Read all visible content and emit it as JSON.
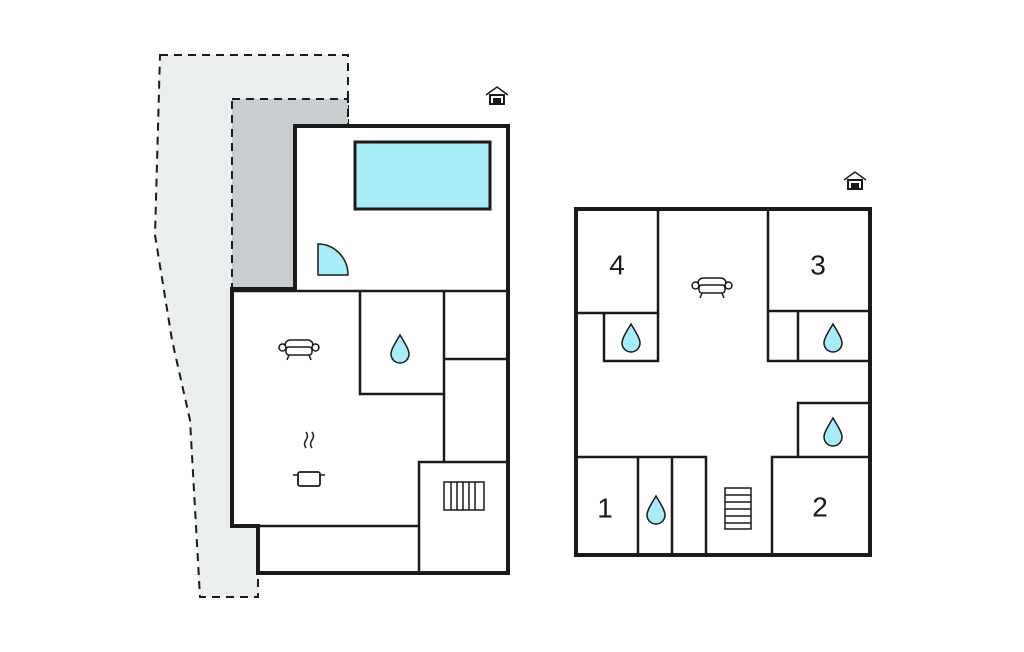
{
  "colors": {
    "background": "#ffffff",
    "wall": "#1a1a1a",
    "pool": "#a8ecf7",
    "water": "#a8ecf7",
    "terrace_light": "#ebeeef",
    "terrace_dark": "#c8cdcf"
  },
  "floor_ground": {
    "icons": [
      "house-icon",
      "pool",
      "door-swing-icon",
      "sofa-icon",
      "water-drop-icon",
      "cooking-pot-icon",
      "stairs-icon"
    ]
  },
  "floor_upper": {
    "rooms": [
      {
        "number": "1"
      },
      {
        "number": "2"
      },
      {
        "number": "3"
      },
      {
        "number": "4"
      }
    ],
    "icons": [
      "house-icon",
      "sofa-icon",
      "water-drop-icon",
      "stairs-icon"
    ]
  }
}
